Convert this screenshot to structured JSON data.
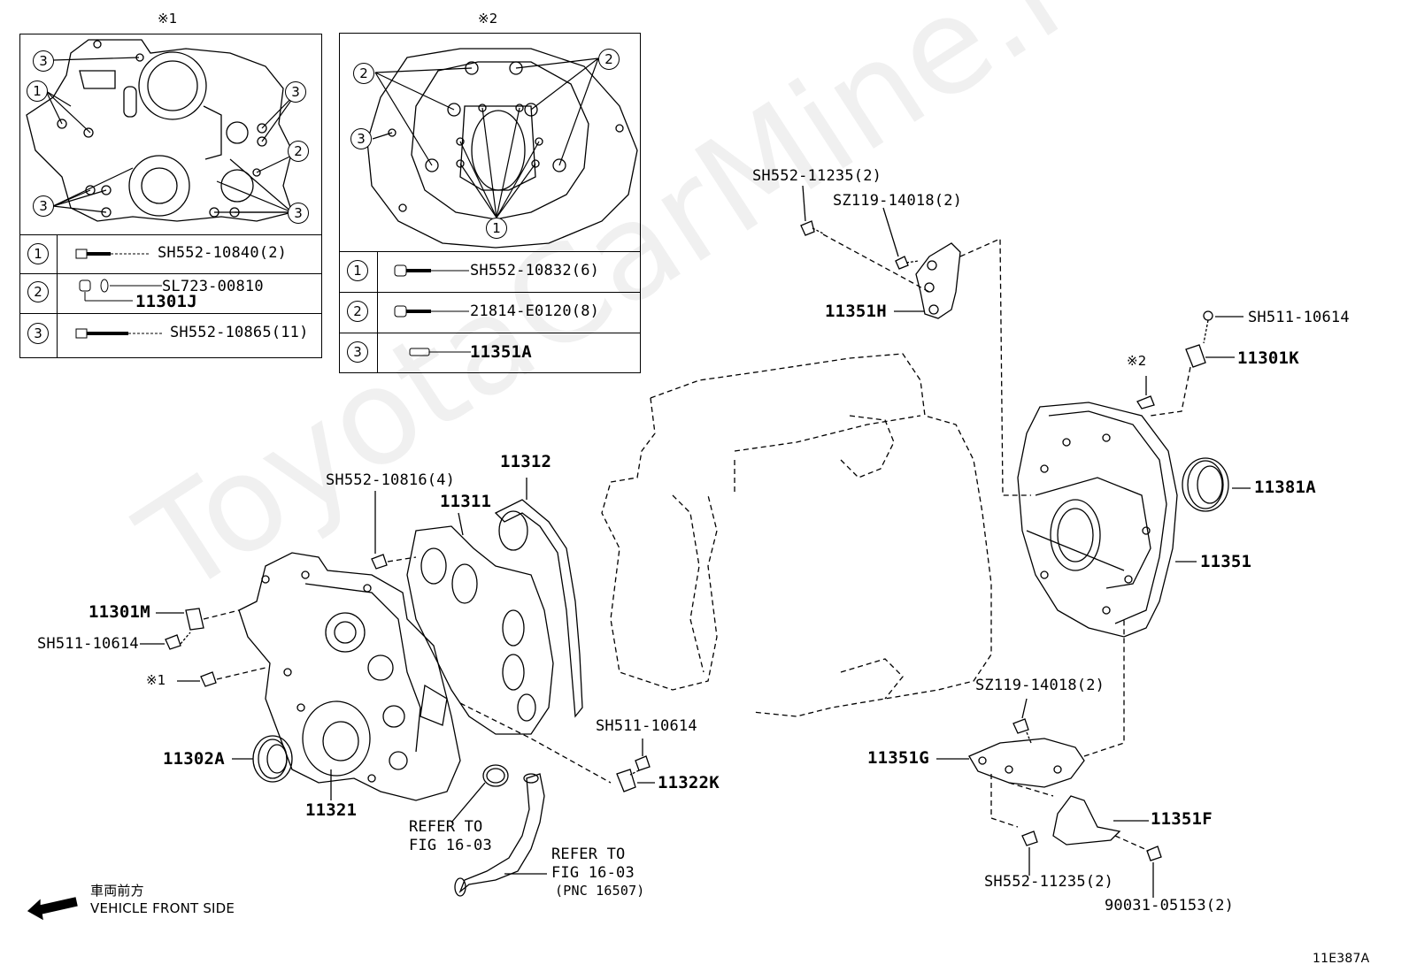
{
  "watermark": "ToyotaCarMine.ru",
  "figure_code": "11E387A",
  "direction": {
    "line1": "車両前方",
    "line2": "VEHICLE FRONT SIDE"
  },
  "detail1": {
    "title": "※1",
    "callouts": [
      "1",
      "2",
      "3"
    ],
    "legend": [
      {
        "num": "1",
        "part": "SH552-10840(2)"
      },
      {
        "num": "2",
        "part": "SL723-00810",
        "part2": "11301J"
      },
      {
        "num": "3",
        "part": "SH552-10865(11)"
      }
    ]
  },
  "detail2": {
    "title": "※2",
    "callouts": [
      "1",
      "2",
      "3"
    ],
    "legend": [
      {
        "num": "1",
        "part": "SH552-10832(6)"
      },
      {
        "num": "2",
        "part": "21814-E0120(8)"
      },
      {
        "num": "3",
        "part": "11351A"
      }
    ]
  },
  "labels": {
    "p11351H": "11351H",
    "sh552_11235_top": "SH552-11235(2)",
    "sz119_top": "SZ119-14018(2)",
    "sh511_right": "SH511-10614",
    "p11301K": "11301K",
    "ref2": "※2",
    "p11381A": "11381A",
    "p11351": "11351",
    "sz119_bottom": "SZ119-14018(2)",
    "p11351G": "11351G",
    "p11351F": "11351F",
    "sh552_11235_bottom": "SH552-11235(2)",
    "p90031": "90031-05153(2)",
    "p11312": "11312",
    "p11311": "11311",
    "sh552_10816": "SH552-10816(4)",
    "p11301M": "11301M",
    "sh511_left": "SH511-10614",
    "ref1": "※1",
    "p11302A": "11302A",
    "p11321": "11321",
    "sh511_mid": "SH511-10614",
    "p11322K": "11322K",
    "refer1_l1": "REFER TO",
    "refer1_l2": "FIG 16-03",
    "refer2_l1": "REFER TO",
    "refer2_l2": "FIG 16-03",
    "refer2_l3": "(PNC 16507)"
  }
}
